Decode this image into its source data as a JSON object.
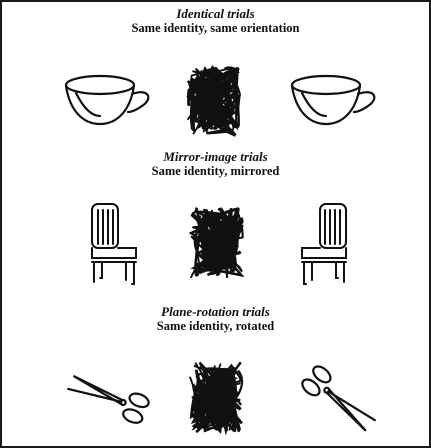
{
  "sections": [
    {
      "title": "Identical trials",
      "subtitle": "Same identity, same orientation",
      "left": "cup-icon",
      "middle": "scribble-mask-icon",
      "right": "cup-icon"
    },
    {
      "title": "Mirror-image trials",
      "subtitle": "Same identity, mirrored",
      "left": "chair-icon",
      "middle": "scribble-mask-icon",
      "right": "chair-icon-mirrored"
    },
    {
      "title": "Plane-rotation trials",
      "subtitle": "Same identity, rotated",
      "left": "scissors-icon",
      "middle": "scribble-mask-icon",
      "right": "scissors-icon-rotated"
    }
  ],
  "colors": {
    "ink": "#111111",
    "border": "#1a1a1a",
    "background": "#ffffff"
  }
}
